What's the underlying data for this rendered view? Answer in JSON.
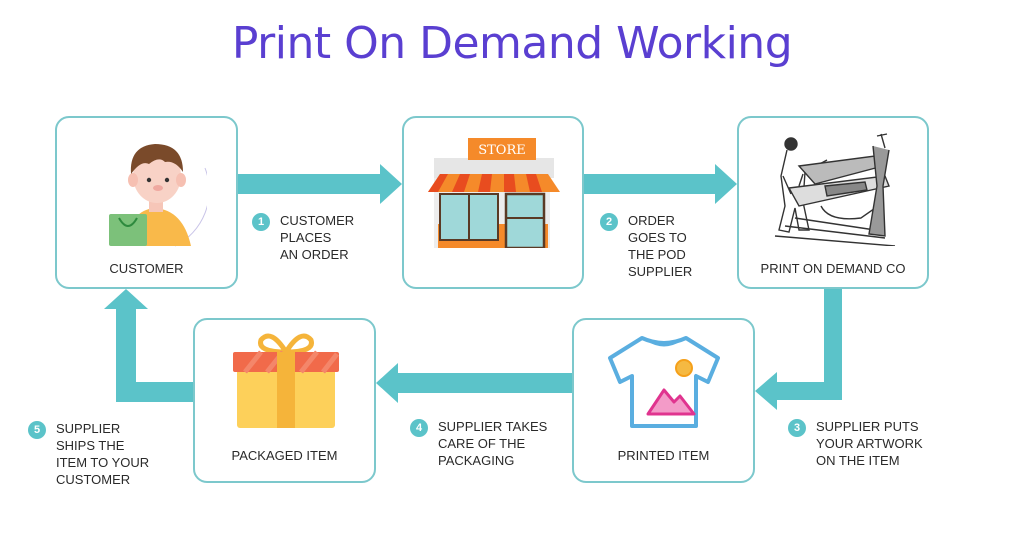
{
  "title": "Print On Demand Working",
  "colors": {
    "title": "#5a3fd1",
    "arrow": "#5bc3c9",
    "box_border": "#7cc8cc",
    "text": "#2a2a2a"
  },
  "nodes": [
    {
      "id": "customer",
      "label": "CUSTOMER",
      "icon": "customer-with-shopping-bag-icon"
    },
    {
      "id": "store",
      "label": "",
      "icon": "store-icon",
      "icon_text": "STORE"
    },
    {
      "id": "pod",
      "label": "PRINT ON DEMAND CO",
      "icon": "printing-press-icon"
    },
    {
      "id": "printed",
      "label": "PRINTED ITEM",
      "icon": "tshirt-print-icon"
    },
    {
      "id": "packaged",
      "label": "PACKAGED ITEM",
      "icon": "gift-box-icon"
    }
  ],
  "steps": [
    {
      "number": "1",
      "text": "CUSTOMER\nPLACES\nAN ORDER"
    },
    {
      "number": "2",
      "text": "ORDER\nGOES TO\nTHE POD\nSUPPLIER"
    },
    {
      "number": "3",
      "text": "SUPPLIER PUTS\nYOUR ARTWORK\nON THE ITEM"
    },
    {
      "number": "4",
      "text": "SUPPLIER TAKES\nCARE OF THE\nPACKAGING"
    },
    {
      "number": "5",
      "text": "SUPPLIER\nSHIPS THE\nITEM TO YOUR\nCUSTOMER"
    }
  ]
}
